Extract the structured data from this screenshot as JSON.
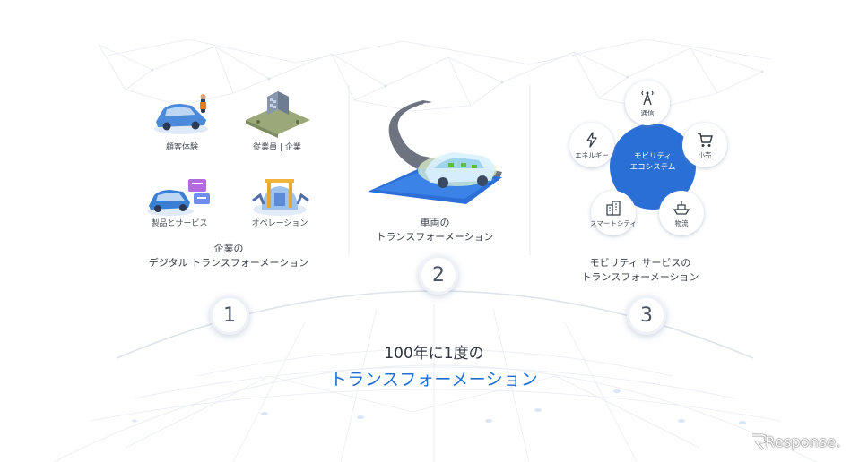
{
  "pillars": [
    {
      "number": "1",
      "title_line1": "企業の",
      "title_line2": "デジタル トランスフォーメーション",
      "items": [
        "顧客体験",
        "従業員 | 企業",
        "製品とサービス",
        "オペレーション"
      ]
    },
    {
      "number": "2",
      "title_line1": "車両の",
      "title_line2": "トランスフォーメーション"
    },
    {
      "number": "3",
      "title_line1": "モビリティ サービスの",
      "title_line2": "トランスフォーメーション",
      "ecosystem_line1": "モビリティ",
      "ecosystem_line2": "エコシステム",
      "petals": [
        "通信",
        "小売",
        "物流",
        "スマートシティ",
        "エネルギー"
      ]
    }
  ],
  "headline": {
    "line1": "100年に1度の",
    "line2": "トランスフォーメーション"
  },
  "watermark": "Response.",
  "colors": {
    "accent_blue": "#1f6fd1",
    "ecosystem_blue": "#2a6fd6",
    "text_dark": "#3a3f48"
  }
}
